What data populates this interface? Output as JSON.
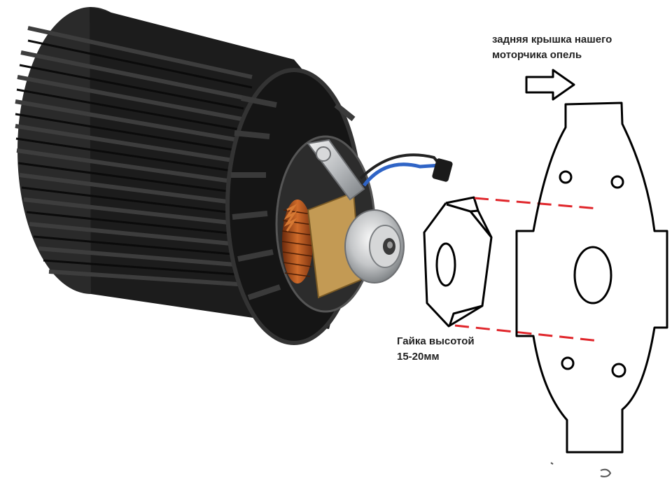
{
  "labels": {
    "cover": {
      "line1": "задняя крышка нашего",
      "line2": "моторчика опель"
    },
    "nut": {
      "line1": "Гайка высотой",
      "line2": "15-20мм"
    }
  },
  "colors": {
    "ink": "#000000",
    "guide": "#e0262b",
    "fan": "#1f1f1f",
    "copper": "#b4561e",
    "metal": "#c9cacb"
  },
  "icons": {
    "arrow": "right-arrow-icon"
  }
}
